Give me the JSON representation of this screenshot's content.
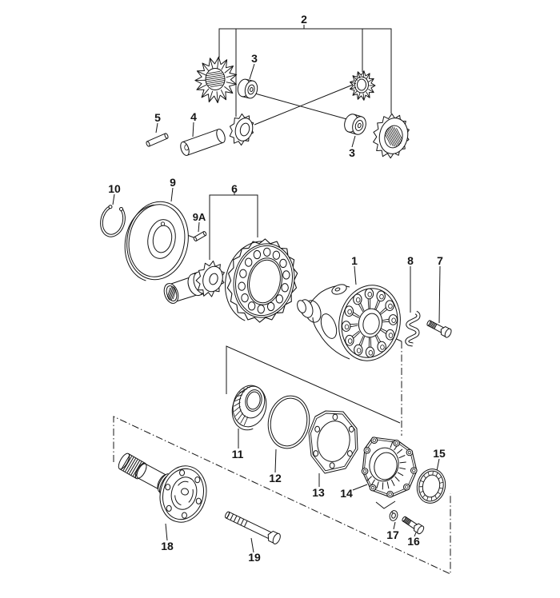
{
  "figure": {
    "kind": "exploded-parts-diagram",
    "subject": "transaxle-differential-assembly",
    "background_color": "#ffffff",
    "ink_color": "#141414"
  },
  "callouts": {
    "c1": {
      "label": "1",
      "part": "differential-housing"
    },
    "c2": {
      "label": "2",
      "part": "differential-gear-set"
    },
    "c3a": {
      "label": "3",
      "part": "thrust-washer"
    },
    "c3b": {
      "label": "3",
      "part": "thrust-washer"
    },
    "c4": {
      "label": "4",
      "part": "differential-pinion-shaft"
    },
    "c5": {
      "label": "5",
      "part": "lock-pin"
    },
    "c6": {
      "label": "6",
      "part": "ring-gear-and-pinion-set"
    },
    "c7": {
      "label": "7",
      "part": "hex-bolt"
    },
    "c8": {
      "label": "8",
      "part": "lock-plate"
    },
    "c9": {
      "label": "9",
      "part": "cover-plate"
    },
    "c9a": {
      "label": "9A",
      "part": "dowel-pin"
    },
    "c10": {
      "label": "10",
      "part": "snap-ring"
    },
    "c11": {
      "label": "11",
      "part": "tapered-roller-bearing"
    },
    "c12": {
      "label": "12",
      "part": "o-ring"
    },
    "c13": {
      "label": "13",
      "part": "gasket"
    },
    "c14": {
      "label": "14",
      "part": "bearing-cover"
    },
    "c15": {
      "label": "15",
      "part": "shaft-seal"
    },
    "c16": {
      "label": "16",
      "part": "hex-bolt"
    },
    "c17": {
      "label": "17",
      "part": "lock-washer"
    },
    "c18": {
      "label": "18",
      "part": "flange-shaft"
    },
    "c19": {
      "label": "19",
      "part": "hex-bolt-long"
    }
  }
}
